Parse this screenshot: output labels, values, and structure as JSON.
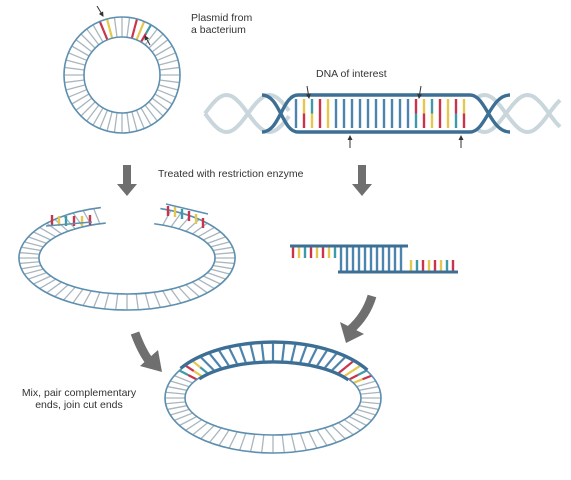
{
  "labels": {
    "plasmid_line1": "Plasmid from",
    "plasmid_line2": "a bacterium",
    "dna_of_interest": "DNA of interest",
    "treated": "Treated with restriction enzyme",
    "mix_line1": "Mix, pair complementary",
    "mix_line2": "ends, join cut ends"
  },
  "colors": {
    "strand": "#5d8fb0",
    "strand_dark": "#3d6f95",
    "rung_gray": "#a9b6bd",
    "rung_blue": "#4c84ad",
    "base_red": "#c9344c",
    "base_yellow": "#e3c74f",
    "base_teal": "#3f9aa8",
    "faded": "#c9d6dc",
    "arrow": "#6f6f6f",
    "pointer": "#333333"
  }
}
